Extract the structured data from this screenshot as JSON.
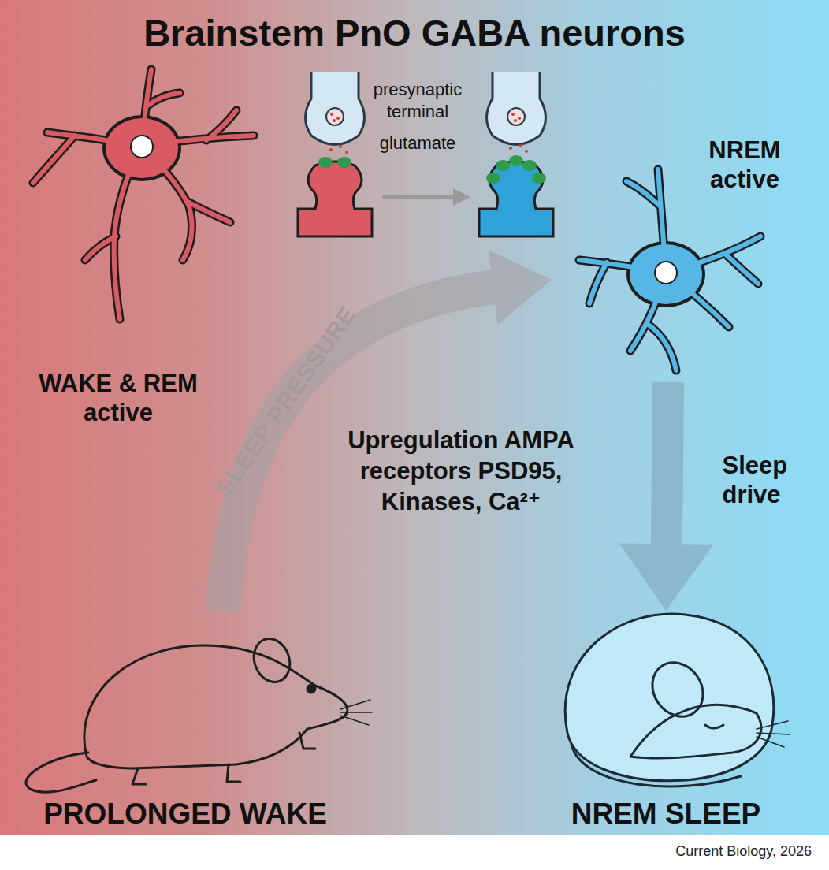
{
  "diagram": {
    "title": "Brainstem PnO GABA neurons",
    "caption": "Current Biology, 2026",
    "nodes": [
      {
        "text": [
          "WAKE & REM active"
        ]
      },
      {
        "text": [
          "NREM active"
        ]
      },
      {
        "text": [
          "PROLONGED WAKE"
        ]
      },
      {
        "text": [
          "NREM SLEEP"
        ]
      }
    ],
    "edges": [
      {
        "from": 2,
        "to": 1,
        "label": "SLEEP PRESSURE",
        "arrow": "to"
      },
      {
        "from": 1,
        "to": 3,
        "label": "Sleep drive",
        "arrow": "to"
      }
    ],
    "labels": [
      "presynaptic terminal",
      "glutamate",
      "Upregulation AMPA receptors PSD95, Kinases, Ca²⁺"
    ]
  }
}
